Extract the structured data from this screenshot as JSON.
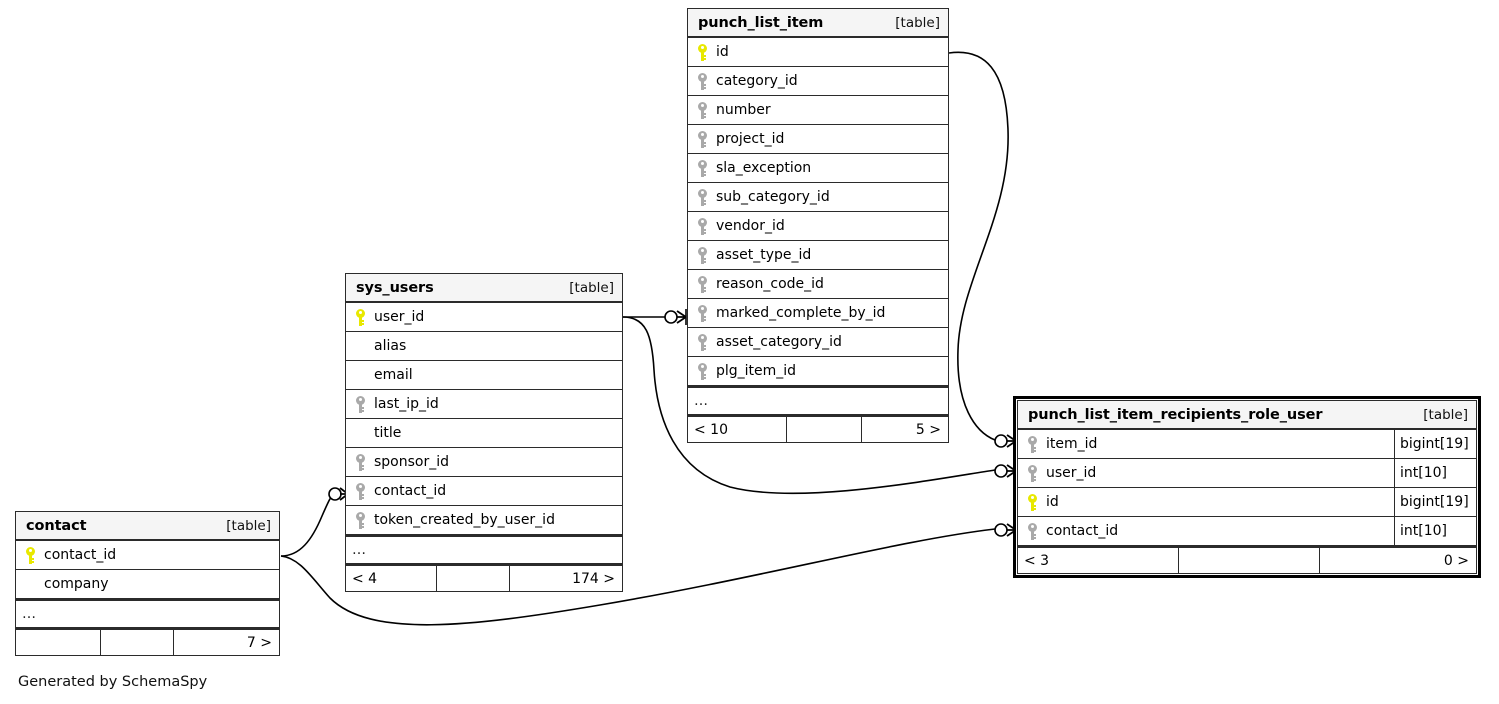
{
  "diagram": {
    "kind": "entity-relationship-diagram",
    "generator_caption": "Generated by SchemaSpy",
    "table_tag": "[table]",
    "ellipsis": "…"
  },
  "tables": {
    "punch_list_item": {
      "name": "punch_list_item",
      "tag": "[table]",
      "columns": [
        {
          "name": "id",
          "key": "pk"
        },
        {
          "name": "category_id",
          "key": "fk"
        },
        {
          "name": "number",
          "key": "fk"
        },
        {
          "name": "project_id",
          "key": "fk"
        },
        {
          "name": "sla_exception",
          "key": "fk"
        },
        {
          "name": "sub_category_id",
          "key": "fk"
        },
        {
          "name": "vendor_id",
          "key": "fk"
        },
        {
          "name": "asset_type_id",
          "key": "fk"
        },
        {
          "name": "reason_code_id",
          "key": "fk"
        },
        {
          "name": "marked_complete_by_id",
          "key": "fk"
        },
        {
          "name": "asset_category_id",
          "key": "fk"
        },
        {
          "name": "plg_item_id",
          "key": "fk"
        }
      ],
      "more_indicator": "…",
      "footer": {
        "left": "< 10",
        "mid": "",
        "right": "5 >"
      }
    },
    "sys_users": {
      "name": "sys_users",
      "tag": "[table]",
      "columns": [
        {
          "name": "user_id",
          "key": "pk"
        },
        {
          "name": "alias",
          "key": "none"
        },
        {
          "name": "email",
          "key": "none"
        },
        {
          "name": "last_ip_id",
          "key": "fk"
        },
        {
          "name": "title",
          "key": "none"
        },
        {
          "name": "sponsor_id",
          "key": "fk"
        },
        {
          "name": "contact_id",
          "key": "fk"
        },
        {
          "name": "token_created_by_user_id",
          "key": "fk"
        }
      ],
      "more_indicator": "…",
      "footer": {
        "left": "< 4",
        "mid": "",
        "right": "174 >"
      }
    },
    "contact": {
      "name": "contact",
      "tag": "[table]",
      "columns": [
        {
          "name": "contact_id",
          "key": "pk"
        },
        {
          "name": "company",
          "key": "none"
        }
      ],
      "more_indicator": "…",
      "footer": {
        "left": "",
        "mid": "",
        "right": "7 >"
      }
    },
    "punch_list_item_recipients_role_user": {
      "name": "punch_list_item_recipients_role_user",
      "tag": "[table]",
      "highlighted": true,
      "columns": [
        {
          "name": "item_id",
          "key": "fk",
          "type": "bigint[19]"
        },
        {
          "name": "user_id",
          "key": "fk",
          "type": "int[10]"
        },
        {
          "name": "id",
          "key": "pk",
          "type": "bigint[19]"
        },
        {
          "name": "contact_id",
          "key": "fk",
          "type": "int[10]"
        }
      ],
      "footer": {
        "left": "< 3",
        "mid": "",
        "right": "0 >"
      }
    }
  },
  "relationships": [
    {
      "from": "punch_list_item.id",
      "to": "punch_list_item_recipients_role_user.item_id"
    },
    {
      "from": "sys_users.user_id",
      "to": "punch_list_item.marked_complete_by_id"
    },
    {
      "from": "sys_users.user_id",
      "to": "punch_list_item_recipients_role_user.user_id"
    },
    {
      "from": "contact.contact_id",
      "to": "sys_users.contact_id"
    },
    {
      "from": "contact.contact_id",
      "to": "punch_list_item_recipients_role_user.contact_id"
    }
  ],
  "colors": {
    "primary_key": "#e8e800",
    "foreign_key": "#a9a9a9",
    "border": "#2b2b2b",
    "header_bg": "#f5f5f5",
    "background": "#ffffff"
  }
}
